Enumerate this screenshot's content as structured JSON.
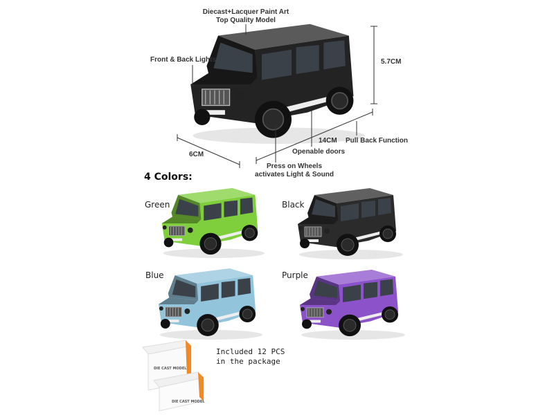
{
  "callouts": {
    "material_line1": "Diecast+Lacquer Paint Art",
    "material_line2": "Top Quality Model",
    "lights": "Front & Back Lights",
    "height": "5.7CM",
    "length": "14CM",
    "width": "6CM",
    "pull_back": "Pull Back Function",
    "doors": "Openable doors",
    "wheels_line1": "Press on Wheels",
    "wheels_line2": "activates Light & Sound"
  },
  "colors_heading": "4 Colors:",
  "variants": [
    {
      "name": "Green",
      "color": "#7fcf3c"
    },
    {
      "name": "Black",
      "color": "#2b2b2b"
    },
    {
      "name": "Blue",
      "color": "#92c4dc"
    },
    {
      "name": "Purple",
      "color": "#8b52c9"
    }
  ],
  "main_car_color": "#232323",
  "package": {
    "line1": "Included 12 PCS",
    "line2": "in the package",
    "box_text": "DIE CAST MODEL",
    "accent": "#f08a24"
  }
}
